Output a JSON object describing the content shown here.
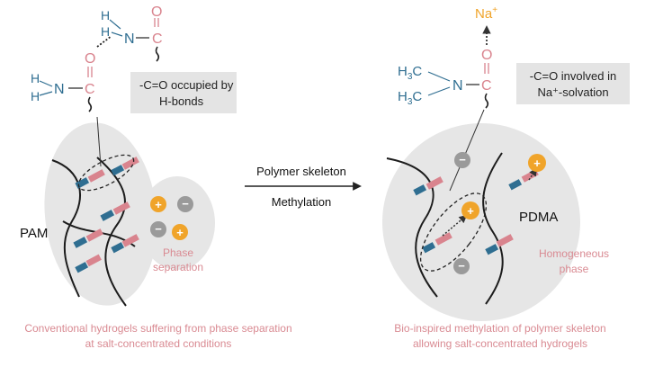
{
  "colors": {
    "blue": "#2f6e91",
    "pink": "#d9848e",
    "orange": "#f0a42a",
    "gray_ion": "#9a9a9a",
    "blob": "#e6e6e6",
    "box": "#e4e4e4",
    "text_dark": "#222222",
    "pink_text": "#d98a92"
  },
  "left": {
    "atoms": {
      "H_top1": "H",
      "H_top2": "H",
      "N_top": "N",
      "C_top": "C",
      "O_top": "O",
      "H_bot1": "H",
      "H_bot2": "H",
      "N_bot": "N",
      "C_bot": "C",
      "O_bot": "O"
    },
    "callout_line1": "-C=O occupied by",
    "callout_line2": "H-bonds",
    "polymer_label": "PAM",
    "phase_line1": "Phase",
    "phase_line2": "separation",
    "caption_line1": "Conventional hydrogels suffering from phase separation",
    "caption_line2": "at salt-concentrated conditions"
  },
  "middle": {
    "arrow_top": "Polymer skeleton",
    "arrow_bottom": "Methylation"
  },
  "right": {
    "atoms": {
      "Na": "Na",
      "Na_charge": "+",
      "O": "O",
      "C": "C",
      "N": "N",
      "H3C_1_H": "H",
      "H3C_1_sub": "3",
      "H3C_1_C": "C",
      "H3C_2_H": "H",
      "H3C_2_sub": "3",
      "H3C_2_C": "C"
    },
    "callout_line1": "-C=O involved in",
    "callout_line2": "Na⁺-solvation",
    "polymer_label": "PDMA",
    "phase_line1": "Homogeneous",
    "phase_line2": "phase",
    "caption_line1": "Bio-inspired methylation of polymer skeleton",
    "caption_line2": "allowing salt-concentrated hydrogels"
  },
  "ions": {
    "plus": "+",
    "minus": "−"
  }
}
